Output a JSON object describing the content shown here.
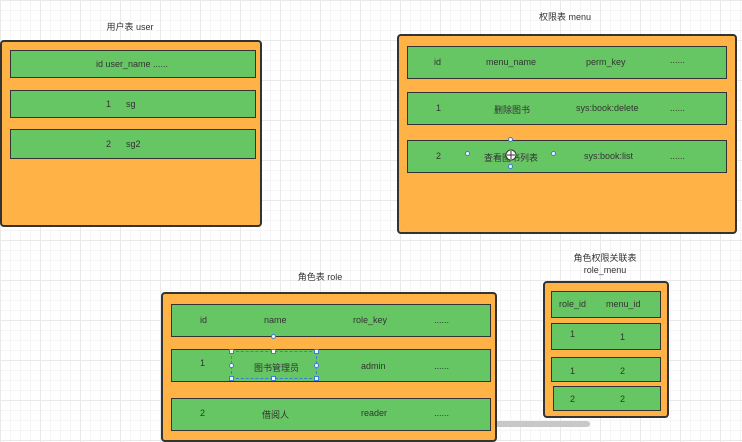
{
  "colors": {
    "table_fill": "#ffb347",
    "row_fill": "#66c663",
    "selection": "#3b7dd8"
  },
  "user_table": {
    "title": "用户表  user",
    "rows": [
      [
        "id user_name ......"
      ],
      [
        "1",
        "sg"
      ],
      [
        "2",
        "sg2"
      ]
    ]
  },
  "menu_table": {
    "title": "权限表  menu",
    "rows": [
      [
        "id",
        "menu_name",
        "perm_key",
        "......"
      ],
      [
        "1",
        "删除图书",
        "sys:book:delete",
        "......"
      ],
      [
        "2",
        "查看图书列表",
        "sys:book:list",
        "......"
      ]
    ]
  },
  "role_table": {
    "title": "角色表  role",
    "rows": [
      [
        "id",
        "name",
        "role_key",
        "......"
      ],
      [
        "1",
        "图书管理员",
        "admin",
        "......"
      ],
      [
        "2",
        "借阅人",
        "reader",
        "......"
      ]
    ]
  },
  "role_menu_table": {
    "title_line1": "角色权限关联表",
    "title_line2": "role_menu",
    "rows": [
      [
        "role_id",
        "menu_id"
      ],
      [
        "1",
        "1"
      ],
      [
        "1",
        "2"
      ],
      [
        "2",
        "2"
      ]
    ]
  }
}
